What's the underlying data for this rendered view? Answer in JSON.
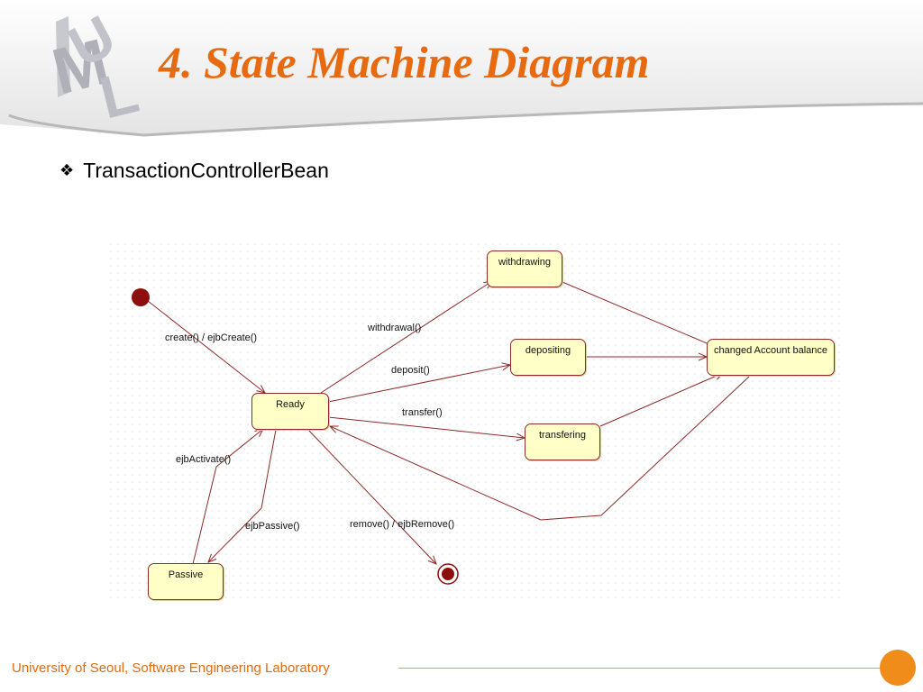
{
  "slide": {
    "title": "4. State Machine Diagram",
    "bullet": "TransactionControllerBean",
    "footer": "University of Seoul, Software Engineering Laboratory"
  },
  "diagram": {
    "states": {
      "ready": "Ready",
      "withdrawing": "withdrawing",
      "depositing": "depositing",
      "transfering": "transfering",
      "changed": "changed Account balance",
      "passive": "Passive"
    },
    "transitions": {
      "create": "create() / ejbCreate()",
      "withdrawal": "withdrawal()",
      "deposit": "deposit()",
      "transfer": "transfer()",
      "activate": "ejbActivate()",
      "passivate": "ejbPassive()",
      "remove": "remove() / ejbRemove()"
    }
  },
  "colors": {
    "title": "#e86a10",
    "state_fill": "#ffffc8",
    "state_border": "#8b2a28",
    "footer_accent": "#f08c1a"
  }
}
